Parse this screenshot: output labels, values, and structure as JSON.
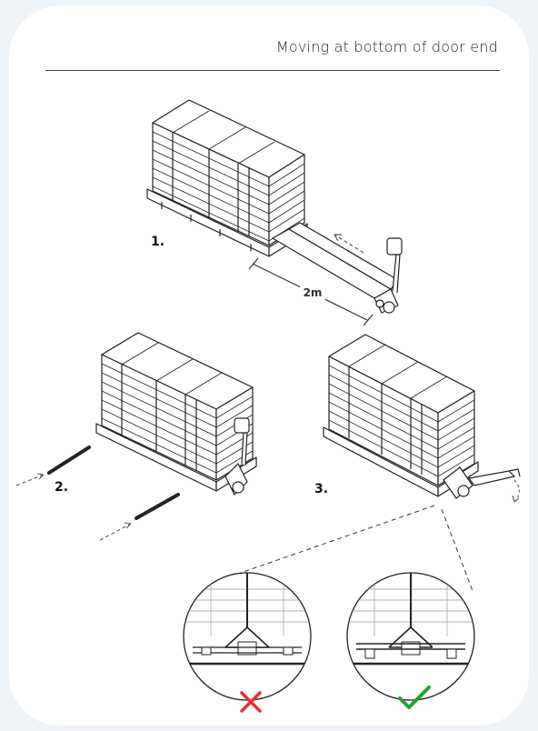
{
  "heading": "Moving at bottom of door end",
  "steps": [
    {
      "number": "1."
    },
    {
      "number": "2."
    },
    {
      "number": "3."
    }
  ],
  "distance_label": "2m",
  "outcomes": {
    "wrong": {
      "icon": "cross-icon",
      "color": "#e03030"
    },
    "correct": {
      "icon": "check-icon",
      "color": "#27a02e"
    }
  }
}
